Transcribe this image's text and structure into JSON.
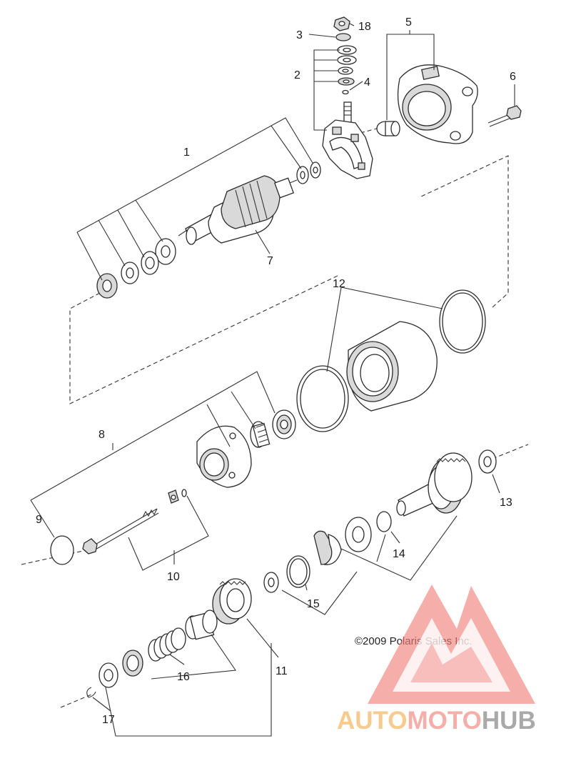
{
  "callouts": [
    "1",
    "2",
    "3",
    "4",
    "5",
    "6",
    "7",
    "8",
    "9",
    "10",
    "11",
    "12",
    "13",
    "14",
    "15",
    "16",
    "17",
    "18"
  ],
  "copyright": "©2009 Polaris Sales Inc.",
  "watermark": {
    "part1": "AUTO",
    "part2": "MOTO",
    "part3": "HUB",
    "colors": {
      "auto": "#f5c37a",
      "moto": "#f4a29a",
      "hub": "#9b9b9b",
      "triangle": "#f0807a"
    }
  }
}
